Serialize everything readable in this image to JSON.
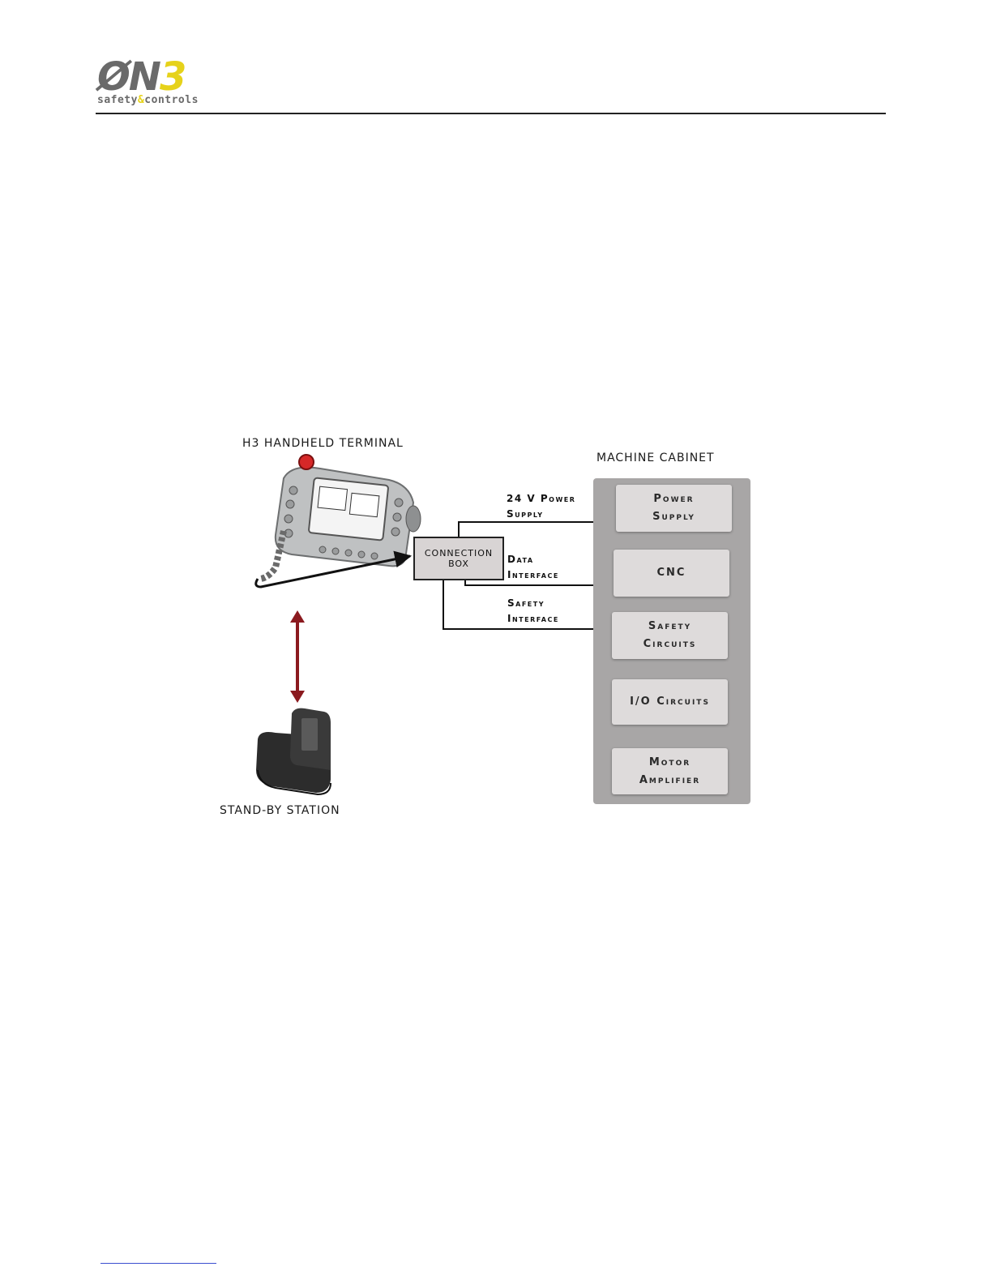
{
  "logo": {
    "mark_main": "ØN",
    "mark_accent": "3",
    "tagline_start": "safety",
    "tagline_amp": "&",
    "tagline_end": "controls"
  },
  "diagram": {
    "handheld_label": "H3 HANDHELD TERMINAL",
    "standby_label": "STAND-BY STATION",
    "cabinet_label": "MACHINE CABINET",
    "connection_box": {
      "line1": "CONNECTION",
      "line2": "BOX"
    },
    "connections": [
      {
        "line1": "24 V Power",
        "line2": "Supply"
      },
      {
        "line1": "Data",
        "line2": "Interface"
      },
      {
        "line1": "Safety",
        "line2": "Interface"
      }
    ],
    "cabinet_items": [
      {
        "line1": "Power",
        "line2": "Supply"
      },
      {
        "line1": "CNC",
        "line2": ""
      },
      {
        "line1": "Safety",
        "line2": "Circuits"
      },
      {
        "line1": "I/O Circuits",
        "line2": ""
      },
      {
        "line1": "Motor",
        "line2": "Amplifier"
      }
    ],
    "colors": {
      "cabinet": "#a8a6a6",
      "cabinet_item": "#dedbdb",
      "connection_box": "#d8d4d4",
      "standby_arrow": "#8b1a1f",
      "logo_accent": "#e6d21a",
      "logo_main": "#6a6a6a"
    }
  }
}
